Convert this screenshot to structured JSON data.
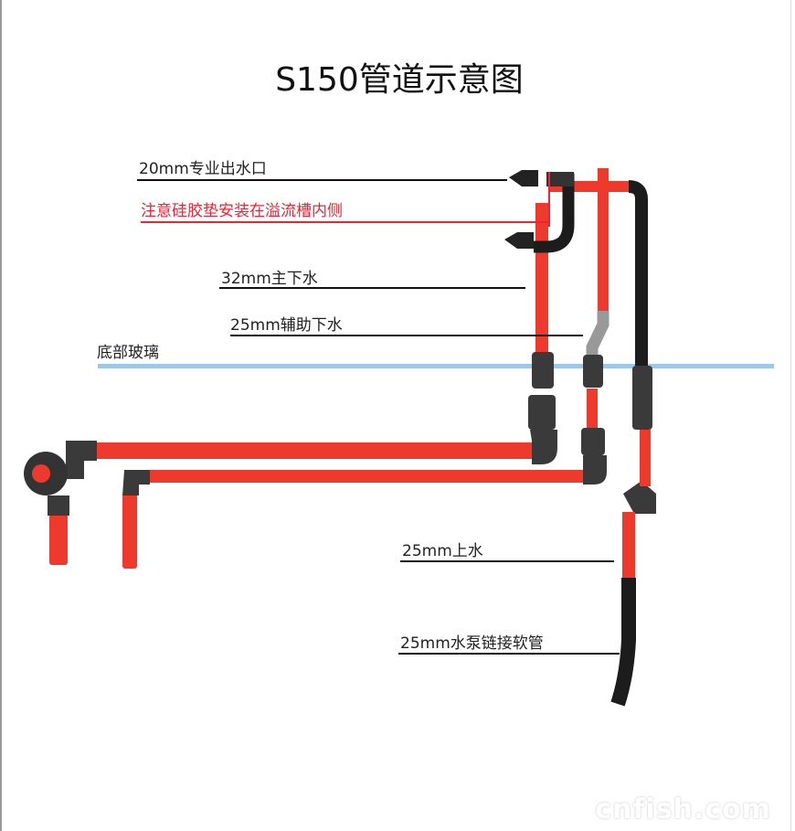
{
  "title": "S150管道示意图",
  "labels": {
    "outlet": "20mm专业出水口",
    "note": "注意硅胶垫安装在溢流槽内侧",
    "main_drain": "32mm主下水",
    "aux_drain": "25mm辅助下水",
    "bottom_glass": "底部玻璃",
    "return": "25mm上水",
    "hose": "25mm水泵链接软管"
  },
  "watermark": "cnfish.com",
  "colors": {
    "pipe_red": "#ee3a2c",
    "hose_black": "#1c1c1c",
    "glass_line": "#9cc8f0",
    "note_red": "#ee2233"
  }
}
